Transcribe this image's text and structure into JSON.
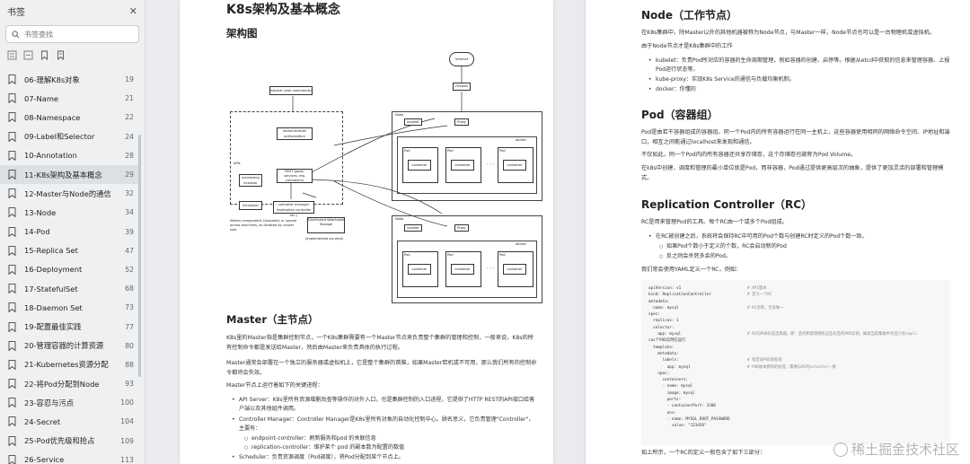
{
  "sidebar": {
    "title": "书签",
    "search_placeholder": "书签查找",
    "items": [
      {
        "label": "06-理解K8s对象",
        "page": "19"
      },
      {
        "label": "07-Name",
        "page": "21"
      },
      {
        "label": "08-Namespace",
        "page": "22"
      },
      {
        "label": "09-Label和Selector",
        "page": "24"
      },
      {
        "label": "10-Annotation",
        "page": "28"
      },
      {
        "label": "11-K8s架构及基本概念",
        "page": "29"
      },
      {
        "label": "12-Master与Node的通信",
        "page": "32"
      },
      {
        "label": "13-Node",
        "page": "34"
      },
      {
        "label": "14-Pod",
        "page": "39"
      },
      {
        "label": "15-Replica Set",
        "page": "47"
      },
      {
        "label": "16-Deployment",
        "page": "52"
      },
      {
        "label": "17-StatefulSet",
        "page": "68"
      },
      {
        "label": "18-Daemon Set",
        "page": "73"
      },
      {
        "label": "19-配置最佳实践",
        "page": "77"
      },
      {
        "label": "20-管理容器的计算资源",
        "page": "80"
      },
      {
        "label": "21-Kubernetes资源分配",
        "page": "88"
      },
      {
        "label": "22-将Pod分配到Node",
        "page": "93"
      },
      {
        "label": "23-容忍与污点",
        "page": "100"
      },
      {
        "label": "24-Secret",
        "page": "104"
      },
      {
        "label": "25-Pod优先级和抢占",
        "page": "109"
      },
      {
        "label": "26-Service",
        "page": "113"
      }
    ]
  },
  "left_page": {
    "title": "K8s架构及基本概念",
    "arch_heading": "架构图",
    "diagram": {
      "internet": "Internet",
      "firewall": "Firewall",
      "kubectl": "kubectl (user commands)",
      "auth": "authentication authorization",
      "rest": "REST (pods, services, rep. controllers)",
      "apis": "APIs",
      "scheduling": "scheduling actuator",
      "scheduler": "Scheduler",
      "controller_mgr": "controller manager (replication controller etc.)",
      "storage": "Distributed Watchable Storage",
      "etcd": "(implemented via etcd)",
      "master_note": "Master components Colocated, or spread across machines, as dictated by cluster size.",
      "node": "Node",
      "kubelet": "kubelet",
      "proxy": "Proxy",
      "docker": "docker",
      "pod": "Pod",
      "container": "container",
      "ellipsis": "· · ·"
    },
    "master_heading": "Master（主节点）",
    "master_p1": "K8s里的Master指是集群控制节点，一个K8s集群需要有一个Master节点来负责整个集群的管理和控制，一般来说，K8s的所有控制命令都是发送给Master，然后由Master来负责具体的执行过程。",
    "master_p2": "Master通常会部署在一个独立的服务器或虚拟机上，它是整个集群的首脑，如果Master宕机或不可用，那么我们所有的控制命令都将会失效。",
    "master_p3": "Master节点上运行着如下的关键进程：",
    "master_b1": "API Server：K8s里所有资源增删改查等操作的对外入口，也是集群控制的入口进程，它提供了HTTP REST的API接口给客户端以及其他组件调用。",
    "master_b2": "Controller Manager：Controller Manager是K8s里所有对象的自动化控制中心。顾名思义，它负责管理\"Controller\"，主要有：",
    "master_b2a": "endpoint-controller：刷新服务和pod 的关联信息",
    "master_b2b": "replication-controller：维护某个 pod 的副本数为配置的数值",
    "master_b3": "Scheduler：负责资源调度（Pod调度），将Pod分配到某个节点上。"
  },
  "right_page": {
    "node_heading": "Node（工作节点）",
    "node_p1": "在K8s集群中，除Master以外的其他机器被称为Node节点，与Master一样，Node节点也可以是一台物理机或虚拟机。",
    "node_p2": "由于Node节点才是K8s集群中的工作",
    "node_b1": "kubelet：负责Pod所对应的容器的生命周期管理，例如容器的创建、启停等。根据从etcd中获取的信息来管理容器、上报Pod运行状态等。",
    "node_b2": "kube-proxy：实现K8s Service的通信与负载均衡机制。",
    "node_b3": "docker：你懂的",
    "pod_heading": "Pod（容器组）",
    "pod_p1": "Pod是由若干容器组成的容器组。同一个Pod内的所有容器运行在同一主机上，这些容器使用相同的网络命令空间、IP地址和端口，相互之间能通过localhost来发现和通信。",
    "pod_p2": "不仅如此，同一个Pod内的所有容器还共享存储卷，这个存储卷也被称为Pod Volume。",
    "pod_p3": "在k8s中创建，调度和管理的最小单位就是Pod，而非容器，Pod通过提供更高层次的抽象，提供了更加灵活的部署和管理模式。",
    "rc_heading": "Replication Controller（RC）",
    "rc_p1": "RC是用来管理Pod的工具。每个RC由一个或多个Pod组成。",
    "rc_b1": "在RC被创建之后，系统将会保持RC中可用的Pod个数与创建RC时定义的Pod个数一致。",
    "rc_b1a": "如果Pod个数小于定义的个数，RC会启动新的Pod",
    "rc_b1b": "反之则会杀死多余的Pod。",
    "rc_p2": "我们常会使用YAML定义一个RC，例如：",
    "rc_p3": "如上所示，一个RC的定义一般包含了如下三部分：",
    "code": [
      {
        "k": "apiVersion: v1",
        "c": "# API版本"
      },
      {
        "k": "kind: ReplicationController",
        "c": "# 定义一个RC"
      },
      {
        "k": "metadata:",
        "c": ""
      },
      {
        "k": "  name: mysql",
        "c": "# RC名称，全局唯一"
      },
      {
        "k": "spec:",
        "c": ""
      },
      {
        "k": "  replicas: 1",
        "c": ""
      },
      {
        "k": "  selector:",
        "c": ""
      },
      {
        "k": "    app: mysql",
        "c": "# RC的POD标签选择器，即：监控和管理拥有这些标签的POD实例，确保当前集群中有且只有repli"
      },
      {
        "k": "cas个POD实例在运行",
        "c": ""
      },
      {
        "k": "  template:",
        "c": ""
      },
      {
        "k": "    metadata:",
        "c": ""
      },
      {
        "k": "      labels:",
        "c": "# 指定该POD的标签"
      },
      {
        "k": "        app: mysql",
        "c": "# POD副本拥有的标签，需要与RC的selector一致"
      },
      {
        "k": "    spec:",
        "c": ""
      },
      {
        "k": "      containers:",
        "c": ""
      },
      {
        "k": "      - name: mysql",
        "c": ""
      },
      {
        "k": "        image: mysql",
        "c": ""
      },
      {
        "k": "        ports:",
        "c": ""
      },
      {
        "k": "        - containerPort: 3306",
        "c": ""
      },
      {
        "k": "        env:",
        "c": ""
      },
      {
        "k": "        - name: MYSQL_ROOT_PASSWORD",
        "c": ""
      },
      {
        "k": "          value: \"123456\"",
        "c": ""
      }
    ]
  },
  "watermark": "稀土掘金技术社区"
}
